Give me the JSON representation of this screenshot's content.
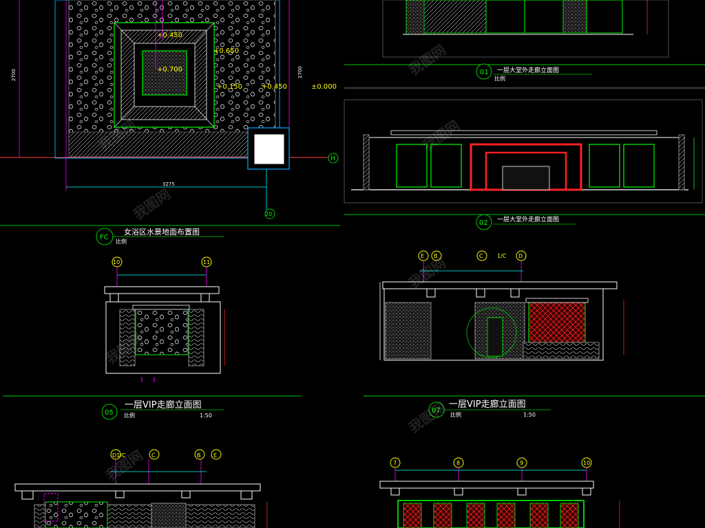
{
  "colors": {
    "background": "#000000",
    "green": "#00cc00",
    "cyan": "#00ffff",
    "magenta": "#ff00ff",
    "yellow": "#ffff00",
    "red": "#ff0000",
    "white": "#ffffff"
  },
  "watermark": "我图网",
  "panel_fc": {
    "dims": {
      "height_left": "2700",
      "height_right": "2700",
      "width": "3275"
    },
    "levels": {
      "l1": "+0.450",
      "l2": "+0.650",
      "l3": "+0.700",
      "l4": "+0.150",
      "l5": "+0.450",
      "l6": "±0.000"
    },
    "axes": {
      "h": "H",
      "n20": "20"
    },
    "badge": "FC",
    "title": "女浴区水景地面布置图",
    "scale_label": "比例"
  },
  "panel_01": {
    "badge": "01",
    "title": "一层大堂外走廊立面图",
    "scale_label": "比例"
  },
  "panel_02": {
    "badge": "02",
    "title": "一层大堂外走廊立面图"
  },
  "panel_05": {
    "axes": {
      "a10": "10",
      "a11": "11"
    },
    "badge": "05",
    "title": "一层VIP走廊立面图",
    "scale_label": "比例",
    "scale_value": "1:50"
  },
  "panel_07": {
    "axes": {
      "e": "E",
      "b": "B",
      "c": "C",
      "c1": "1/C",
      "d": "D"
    },
    "badge": "07",
    "title": "一层VIP走廊立面图",
    "scale_label": "比例",
    "scale_value": "1:50"
  },
  "panel_bl": {
    "axes": {
      "d1c": "D1/C",
      "c": "C",
      "b": "B",
      "e": "E"
    }
  },
  "panel_br": {
    "axes": {
      "a7": "7",
      "a8": "8",
      "a9": "9",
      "a10": "10"
    }
  }
}
